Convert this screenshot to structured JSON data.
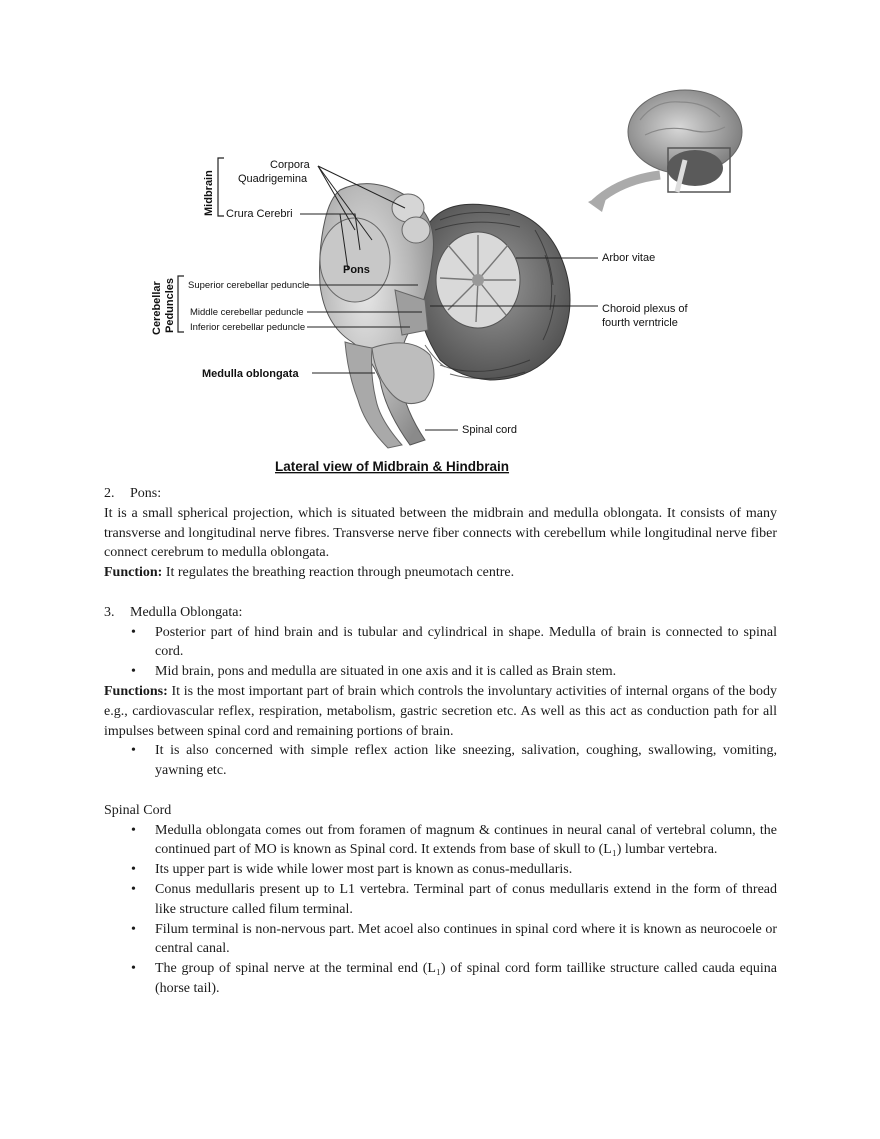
{
  "figure": {
    "caption": "Lateral view of Midbrain & Hindbrain",
    "labels": {
      "midbrain": "Midbrain",
      "corpora1": "Corpora",
      "corpora2": "Quadrigemina",
      "crura": "Crura Cerebri",
      "pons": "Pons",
      "cerebellar1": "Cerebellar",
      "cerebellar2": "Peduncles",
      "superior": "Superior cerebellar peduncle",
      "middle": "Middle cerebellar peduncle",
      "inferior": "Inferior cerebellar peduncle",
      "medulla": "Medulla oblongata",
      "arbor": "Arbor vitae",
      "choroid1": "Choroid plexus of",
      "choroid2": "fourth verntricle",
      "spinal": "Spinal cord"
    }
  },
  "pons": {
    "num": "2.",
    "title": "Pons:",
    "para": "It is a small spherical projection, which is situated between the midbrain and medulla oblongata. It consists of many transverse and longitudinal nerve fibres. Transverse nerve fiber connects with cerebellum while longitudinal nerve fiber connect cerebrum to medulla oblongata.",
    "function_label": "Function:",
    "function_text": " It regulates the breathing reaction through pneumotach centre."
  },
  "medulla": {
    "num": "3.",
    "title": "Medulla Oblongata:",
    "bullets": [
      "Posterior part of hind brain and is tubular and cylindrical in shape. Medulla of brain is connected to spinal cord.",
      "Mid brain, pons and medulla are situated in one axis and it is called as Brain stem."
    ],
    "functions_label": "Functions:",
    "functions_text": " It is the most important part of brain which controls the involuntary activities of internal organs of the body e.g., cardiovascular reflex, respiration, metabolism, gastric secretion etc. As well as this act as conduction path for all impulses between spinal cord and remaining portions of brain.",
    "bullet3": "It is also concerned with simple reflex action like sneezing, salivation, coughing, swallowing, vomiting, yawning etc."
  },
  "spinal": {
    "title": "Spinal Cord",
    "bullets": [
      "Medulla oblongata comes out from foramen of magnum & continues in neural canal of vertebral column, the continued part of MO is known as Spinal cord. It extends from base of skull to (L₁) lumbar vertebra.",
      "Its upper part is wide while lower most part is known as conus-medullaris.",
      "Conus medullaris present up to L1 vertebra. Terminal part of conus medullaris extend in the form of thread like structure called filum terminal.",
      "Filum terminal is non-nervous part. Met acoel also continues in spinal cord where it is known as neurocoele or central canal.",
      "The group of spinal nerve at the terminal end (L₁) of spinal cord form taillike structure called cauda equina (horse tail)."
    ]
  },
  "bullet_glyph": "•"
}
